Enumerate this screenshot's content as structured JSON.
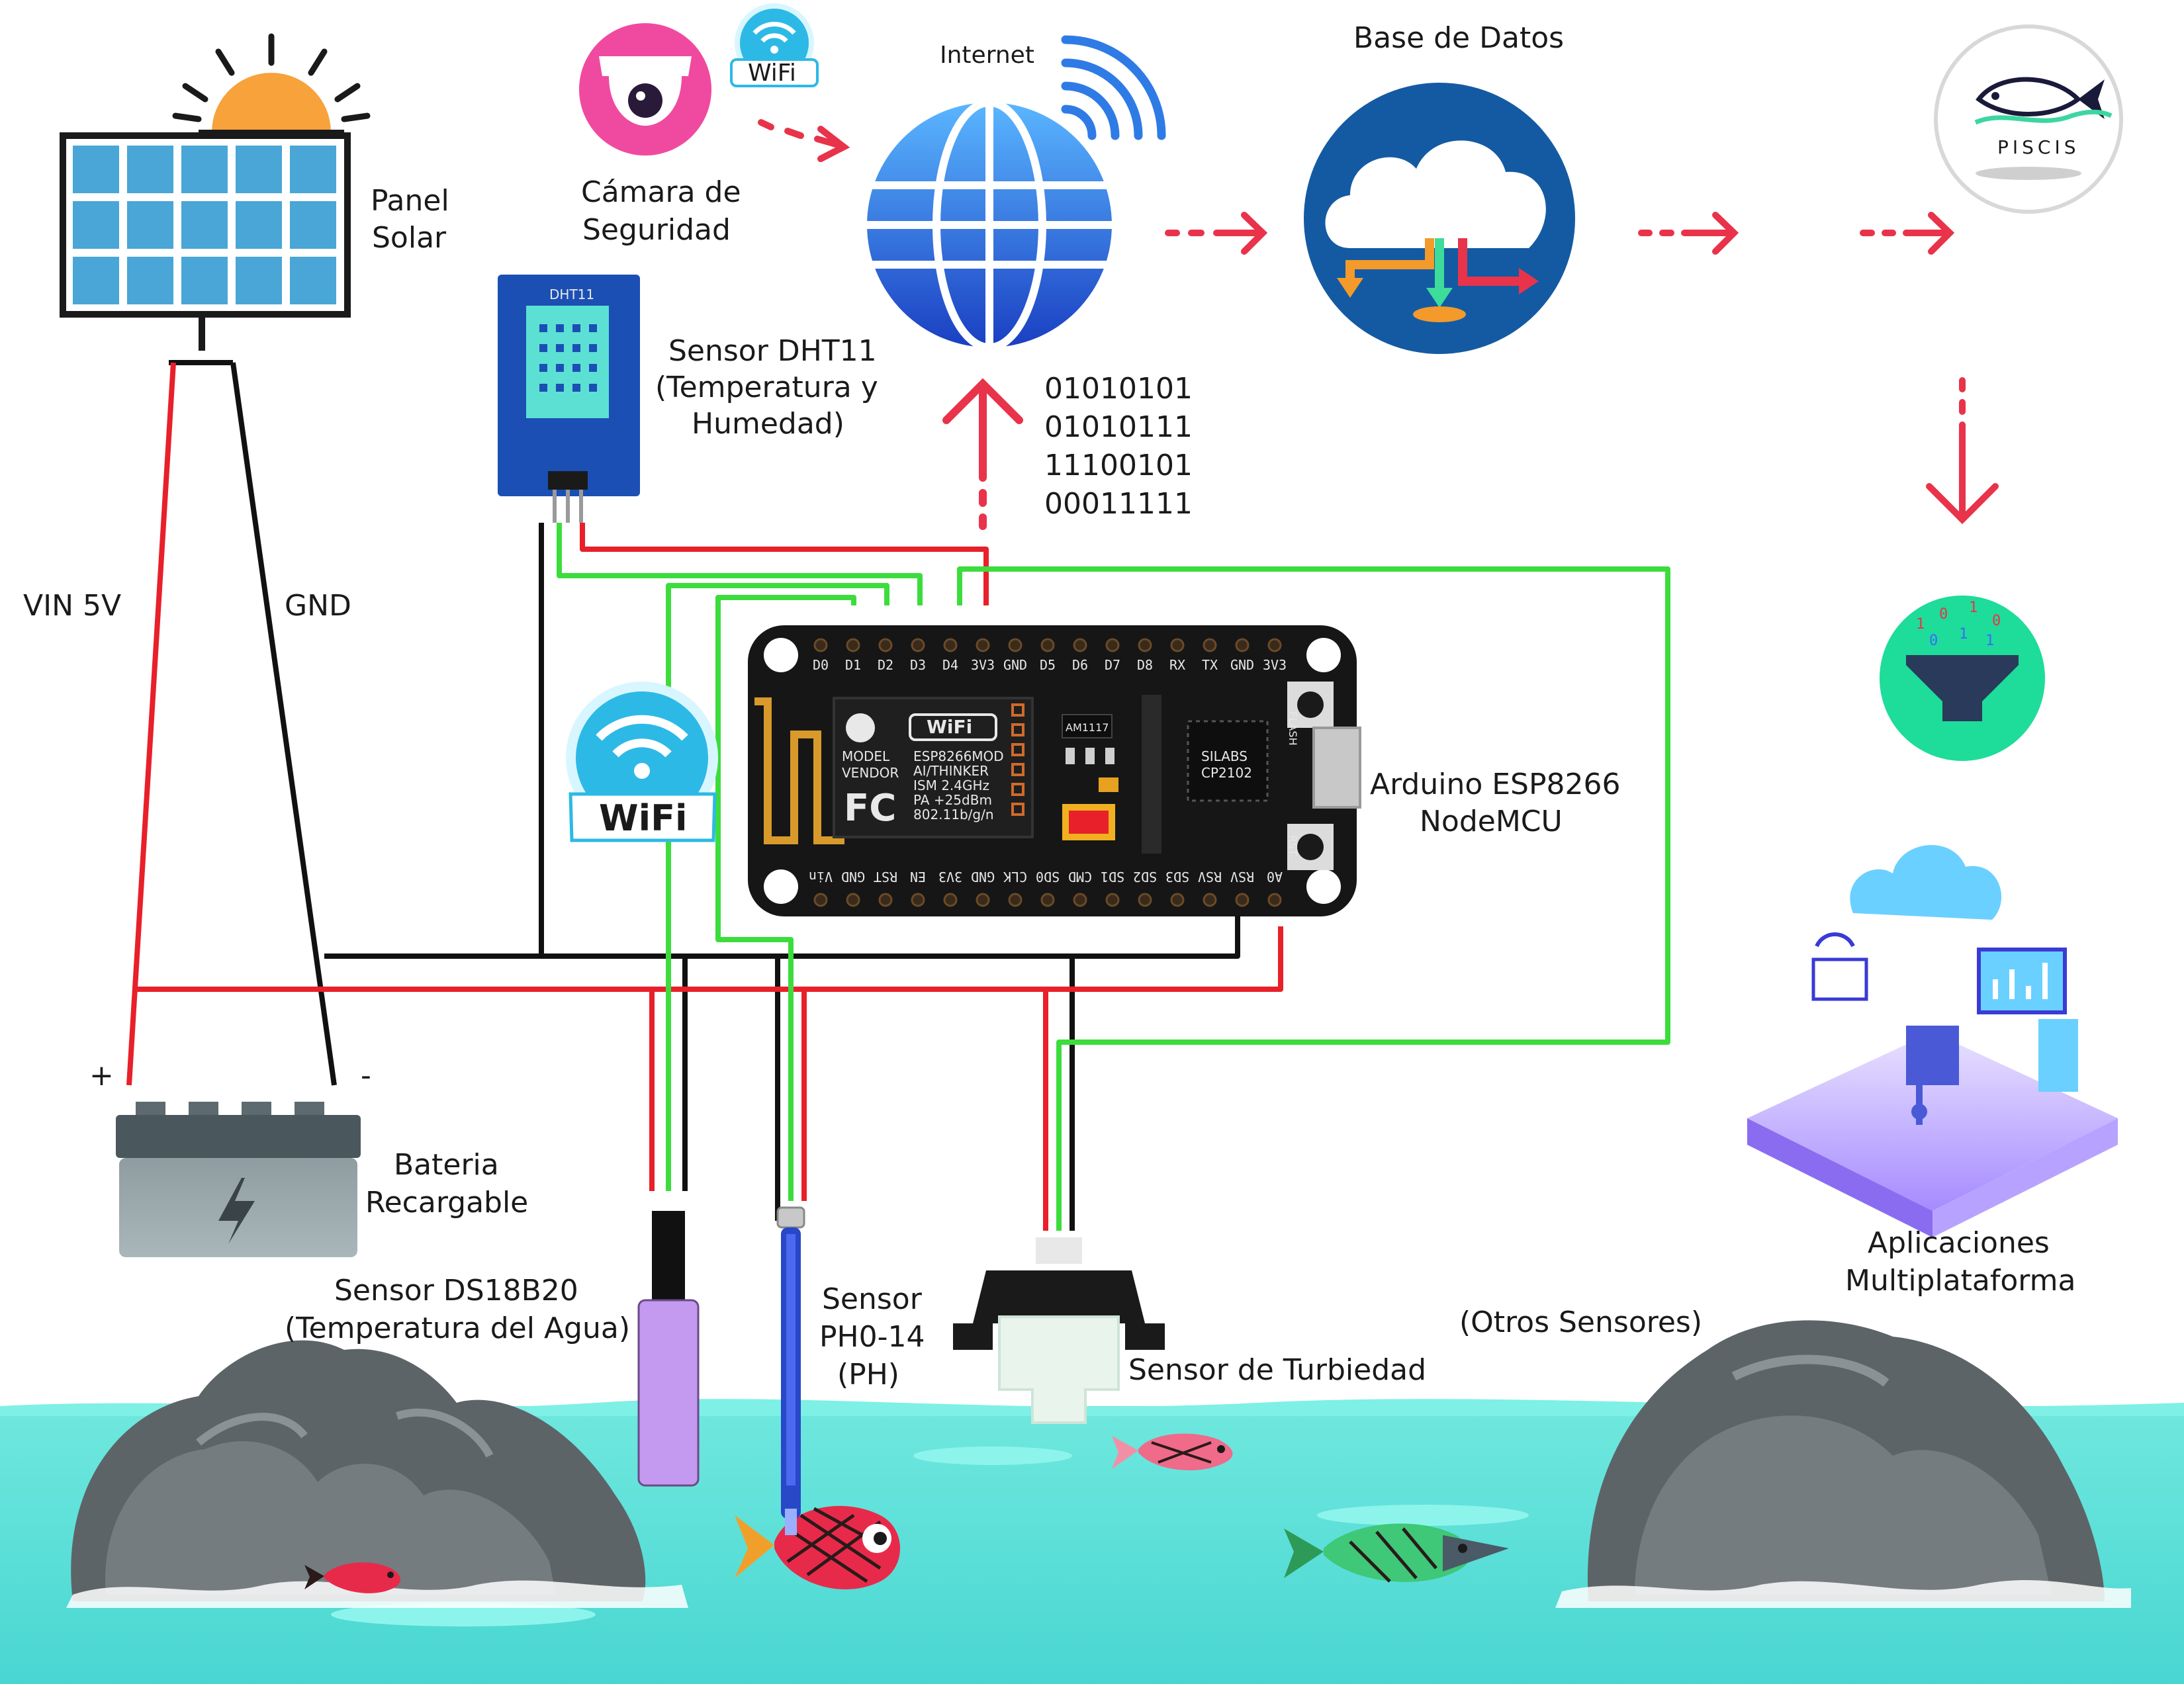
{
  "labels": {
    "solar_panel": [
      "Panel",
      "Solar"
    ],
    "vin": "VIN 5V",
    "gnd": "GND",
    "battery": [
      "Bateria",
      "Recargable"
    ],
    "battery_plus": "+",
    "battery_minus": "-",
    "camera": [
      "Cámara de",
      "Seguridad"
    ],
    "internet": "Internet",
    "database": "Base de Datos",
    "dht11": [
      "Sensor DHT11",
      "(Temperatura y",
      "Humedad)"
    ],
    "binary": [
      "01010101",
      "01010111",
      "11100101",
      "00011111"
    ],
    "arduino": [
      "Arduino ESP8266",
      "NodeMCU"
    ],
    "ds18b20": [
      "Sensor DS18B20",
      "(Temperatura del Agua)"
    ],
    "ph": [
      "Sensor",
      "PH0-14",
      "(PH)"
    ],
    "turbidity": "Sensor de Turbiedad",
    "other_sensors": "(Otros Sensores)",
    "apps": [
      "Aplicaciones",
      "Multiplataforma"
    ],
    "piscis": "PISCIS",
    "wifi": "WiFi",
    "dht11_module": "DHT11"
  },
  "board": {
    "top_pins": [
      "D0",
      "D1",
      "D2",
      "D3",
      "D4",
      "3V3",
      "GND",
      "D5",
      "D6",
      "D7",
      "D8",
      "RX",
      "TX",
      "GND",
      "3V3"
    ],
    "bottom_pins": [
      "A0",
      "RSV",
      "RSV",
      "SD3",
      "SD2",
      "SD1",
      "CMD",
      "SD0",
      "CLK",
      "GND",
      "3V3",
      "EN",
      "RST",
      "GND",
      "Vin"
    ],
    "module_text": [
      "ESP8266MOD",
      "AI/THINKER",
      "ISM 2.4GHz",
      "PA +25dBm",
      "802.11b/g/n"
    ],
    "model_text": [
      "MODEL",
      "VENDOR"
    ],
    "wifi_badge": "WiFi",
    "fcc": "FC",
    "regulator": "AM1117",
    "usb_chip": [
      "SILABS",
      "CP2102"
    ],
    "flash": "FLASH",
    "rst": "RST"
  },
  "colors": {
    "wire_red": "#e8202a",
    "wire_black": "#111111",
    "wire_green": "#3ddc3d",
    "arrow_red": "#e8334a",
    "water": "#5ee0d8",
    "globe_blue": "#1f5fd1",
    "cloud_circle": "#145aa3",
    "board": "#161616"
  },
  "icons": [
    "sun-icon",
    "solar-panel-icon",
    "battery-icon",
    "camera-icon",
    "wifi-icon",
    "globe-icon",
    "cloud-database-icon",
    "piscis-logo-icon",
    "data-funnel-icon",
    "workstation-icon",
    "fish-icon",
    "rock-icon"
  ]
}
